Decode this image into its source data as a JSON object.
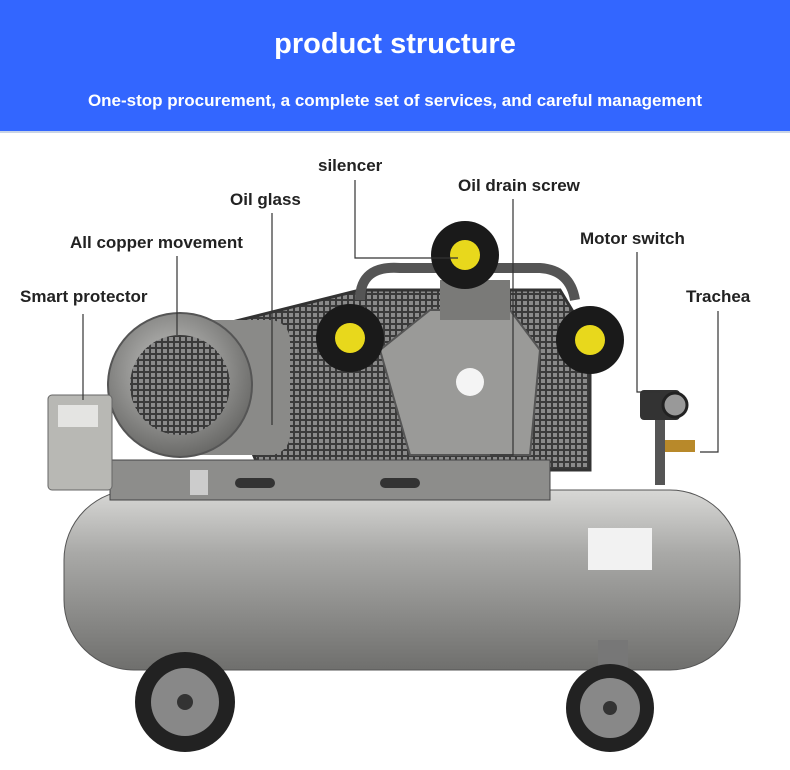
{
  "header": {
    "title": "product structure",
    "subtitle": "One-stop procurement, a complete set of services, and careful management",
    "background_color": "#3366ff"
  },
  "labels": {
    "silencer": "silencer",
    "oil_drain_screw": "Oil drain screw",
    "oil_glass": "Oil glass",
    "all_copper_movement": "All copper movement",
    "motor_switch": "Motor switch",
    "smart_protector": "Smart protector",
    "trachea": "Trachea"
  }
}
